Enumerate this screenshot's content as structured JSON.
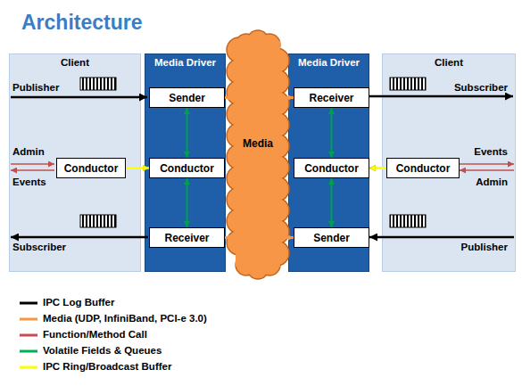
{
  "diagram": {
    "title": "Architecture",
    "nodes": [
      {
        "text": [
          "Client"
        ]
      },
      {
        "text": [
          "Conductor"
        ],
        "in": 0
      },
      {
        "text": [
          "Media Driver"
        ]
      },
      {
        "text": [
          "Sender"
        ],
        "in": 2
      },
      {
        "text": [
          "Conductor"
        ],
        "in": 2
      },
      {
        "text": [
          "Receiver"
        ],
        "in": 2
      },
      {
        "text": [
          "Media"
        ]
      },
      {
        "text": [
          "Media Driver"
        ]
      },
      {
        "text": [
          "Receiver"
        ],
        "in": 7
      },
      {
        "text": [
          "Conductor"
        ],
        "in": 7
      },
      {
        "text": [
          "Sender"
        ],
        "in": 7
      },
      {
        "text": [
          "Client"
        ]
      },
      {
        "text": [
          "Conductor"
        ],
        "in": 11
      }
    ],
    "edges": [
      {
        "from": 3,
        "to": 6,
        "arrow": "both"
      },
      {
        "from": 6,
        "to": 8,
        "arrow": "both"
      },
      {
        "from": 5,
        "to": 6,
        "arrow": "both"
      },
      {
        "from": 6,
        "to": 10,
        "arrow": "both"
      },
      {
        "from": 1,
        "to": 4,
        "arrow": "to"
      },
      {
        "from": 12,
        "to": 9,
        "arrow": "to"
      },
      {
        "from": 3,
        "to": 4,
        "arrow": "both"
      },
      {
        "from": 4,
        "to": 5,
        "arrow": "both"
      },
      {
        "from": 8,
        "to": 9,
        "arrow": "both"
      },
      {
        "from": 9,
        "to": 10,
        "arrow": "both"
      }
    ],
    "labels": [
      "Publisher",
      "Subscriber",
      "Admin",
      "Events",
      "Events",
      "Admin",
      "Subscriber",
      "Publisher"
    ],
    "legend": [
      {
        "text": "IPC Log Buffer"
      },
      {
        "text": "Media (UDP, InfiniBand, PCI-e 3.0)"
      },
      {
        "text": "Function/Method Call"
      },
      {
        "text": "Volatile Fields & Queues"
      },
      {
        "text": "IPC Ring/Broadcast Buffer"
      }
    ]
  }
}
